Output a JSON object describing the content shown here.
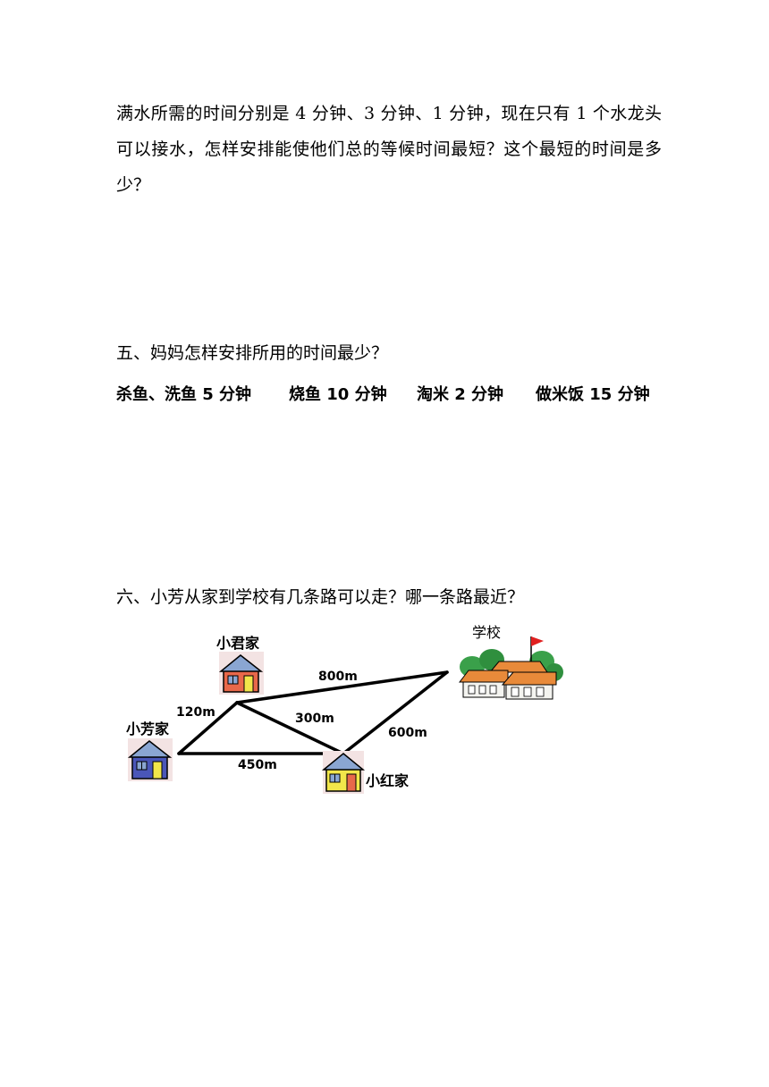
{
  "problem4": {
    "text": "满水所需的时间分别是 4 分钟、3 分钟、1 分钟，现在只有 1 个水龙头可以接水，怎样安排能使他们总的等候时间最短？这个最短的时间是多少？"
  },
  "problem5": {
    "heading": "五、妈妈怎样安排所用的时间最少？",
    "tasks": [
      "杀鱼、洗鱼 5 分钟",
      "烧鱼 10 分钟",
      "淘米 2 分钟",
      "做米饭 15 分钟"
    ]
  },
  "problem6": {
    "heading": "六、小芳从家到学校有几条路可以走？哪一条路最近？",
    "places": {
      "xiaojun": "小君家",
      "xiaofang": "小芳家",
      "xiaohong": "小红家",
      "school": "学校"
    },
    "distances": {
      "fang_jun": "120m",
      "jun_school": "800m",
      "jun_hong": "300m",
      "hong_school": "600m",
      "fang_hong": "450m"
    },
    "colors": {
      "xiaojun_house": "#e8684a",
      "xiaofang_house": "#4a56b8",
      "xiaohong_house": "#f2e64a",
      "roof": "#8aa6d2",
      "school_roof": "#e88a3a",
      "flag": "#e02020"
    }
  }
}
